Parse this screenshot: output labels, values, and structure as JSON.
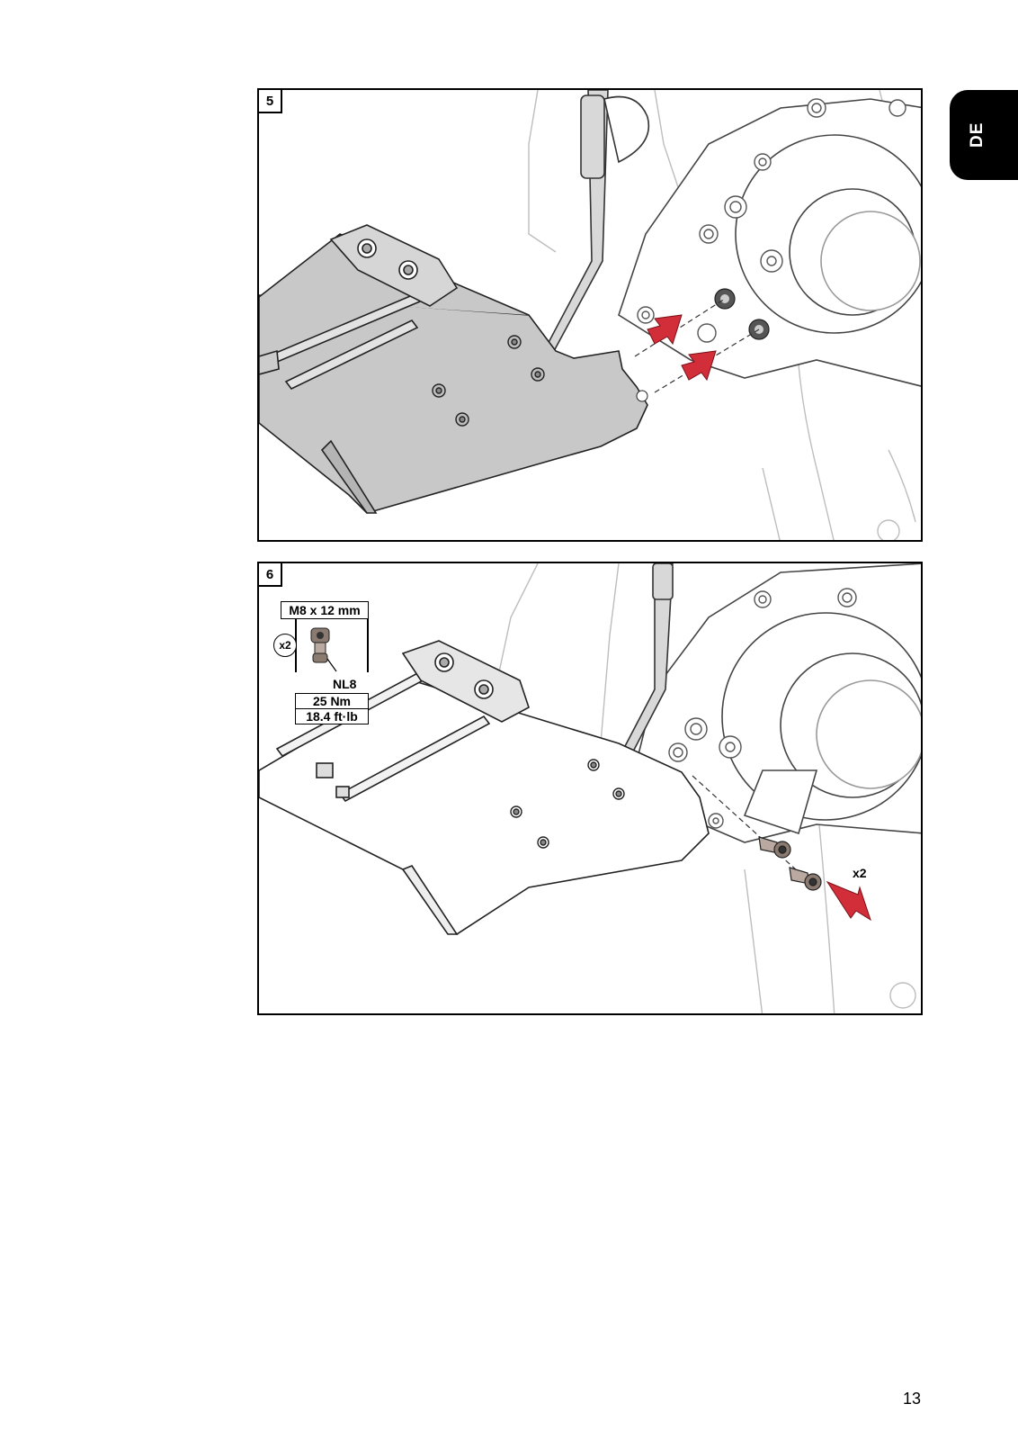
{
  "language_tab": "DE",
  "page_number": "13",
  "steps": [
    {
      "number": "5"
    },
    {
      "number": "6",
      "screw_spec": "M8 x 12 mm",
      "quantity": "x2",
      "nut": "NL8",
      "torque_nm": "25 Nm",
      "torque_ftlb": "18.4 ft·lb",
      "arrow_quantity": "x2"
    }
  ],
  "colors": {
    "arrow": "#d22e3a",
    "plate_fill": "#c8c8c8",
    "line": "#000000",
    "faint_line": "#bdbdbd"
  },
  "icons": [
    "insertion-arrow-icon",
    "screw-icon"
  ]
}
